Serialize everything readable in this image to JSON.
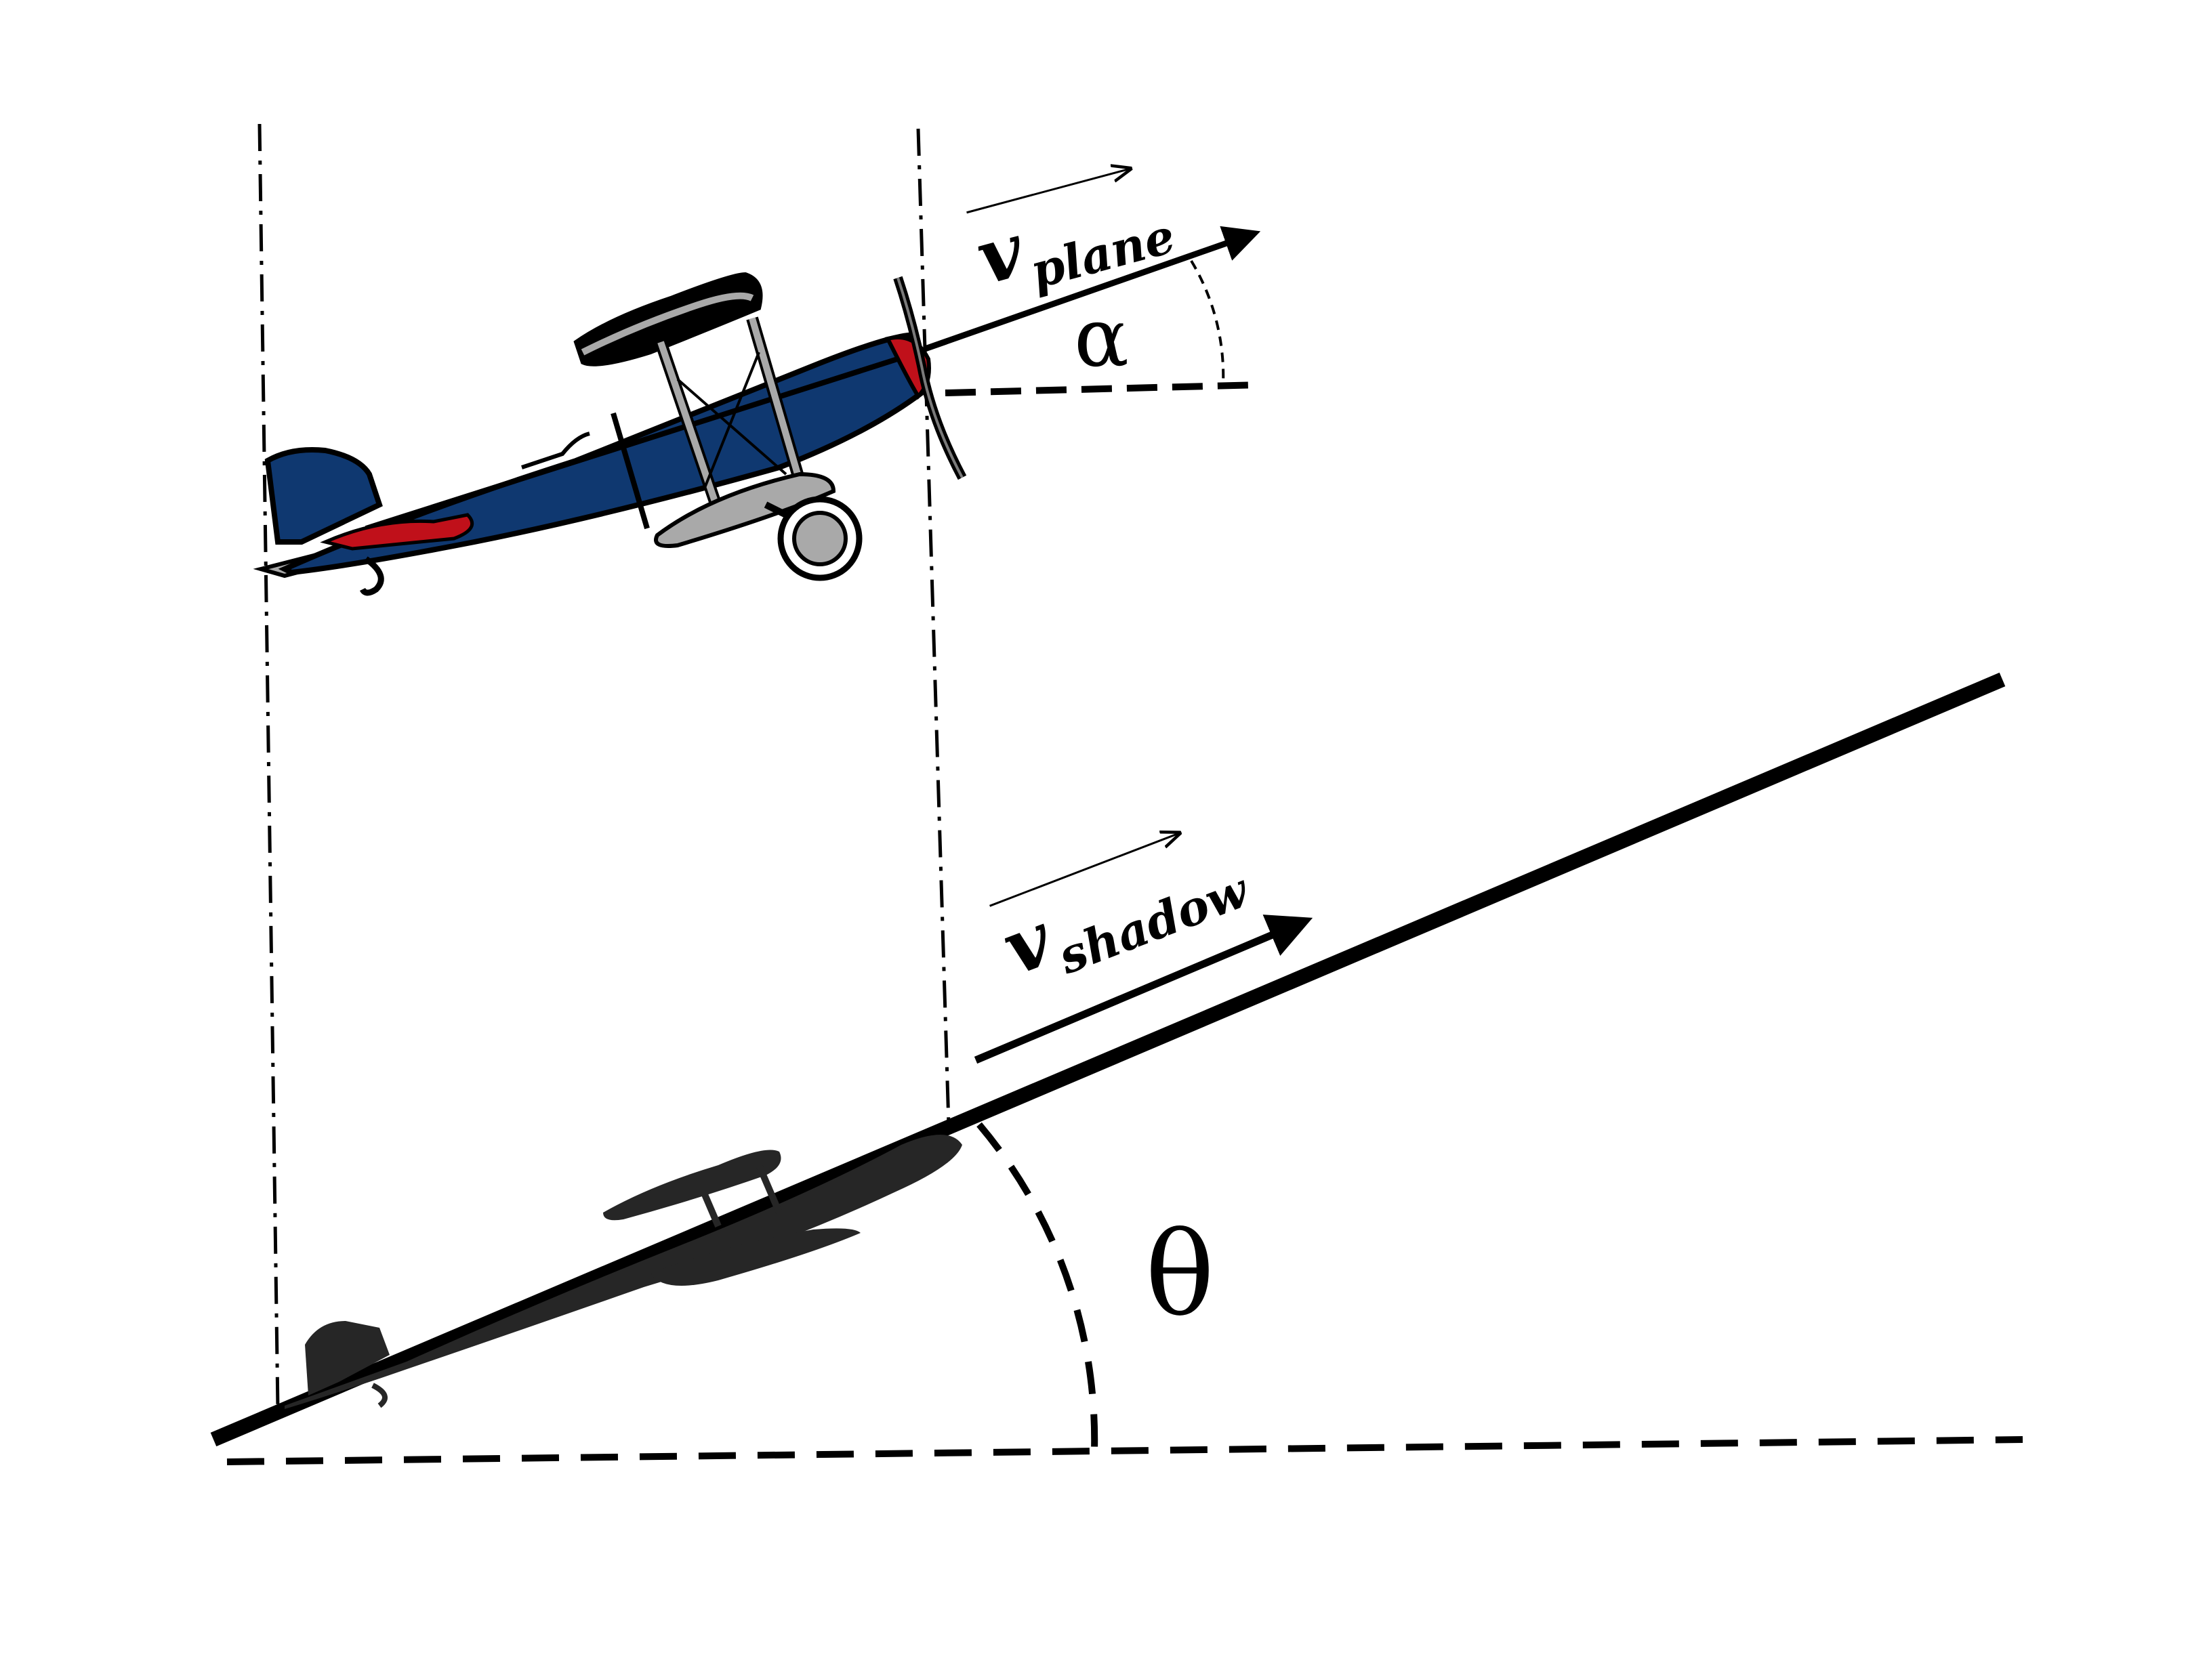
{
  "diagram": {
    "labels": {
      "v_plane_main": "v",
      "v_plane_sub": "plane",
      "v_shadow_main": "v",
      "v_shadow_sub": "shadow",
      "alpha": "α",
      "theta": "θ"
    },
    "colors": {
      "background": "#ffffff",
      "ink": "#000000",
      "fuselage": "#0f3870",
      "accent_red": "#c0101a",
      "strut_gray": "#a9a9a9",
      "shadow": "#262626"
    },
    "icons": {
      "plane": "biplane-icon",
      "shadow": "biplane-shadow-icon"
    }
  }
}
